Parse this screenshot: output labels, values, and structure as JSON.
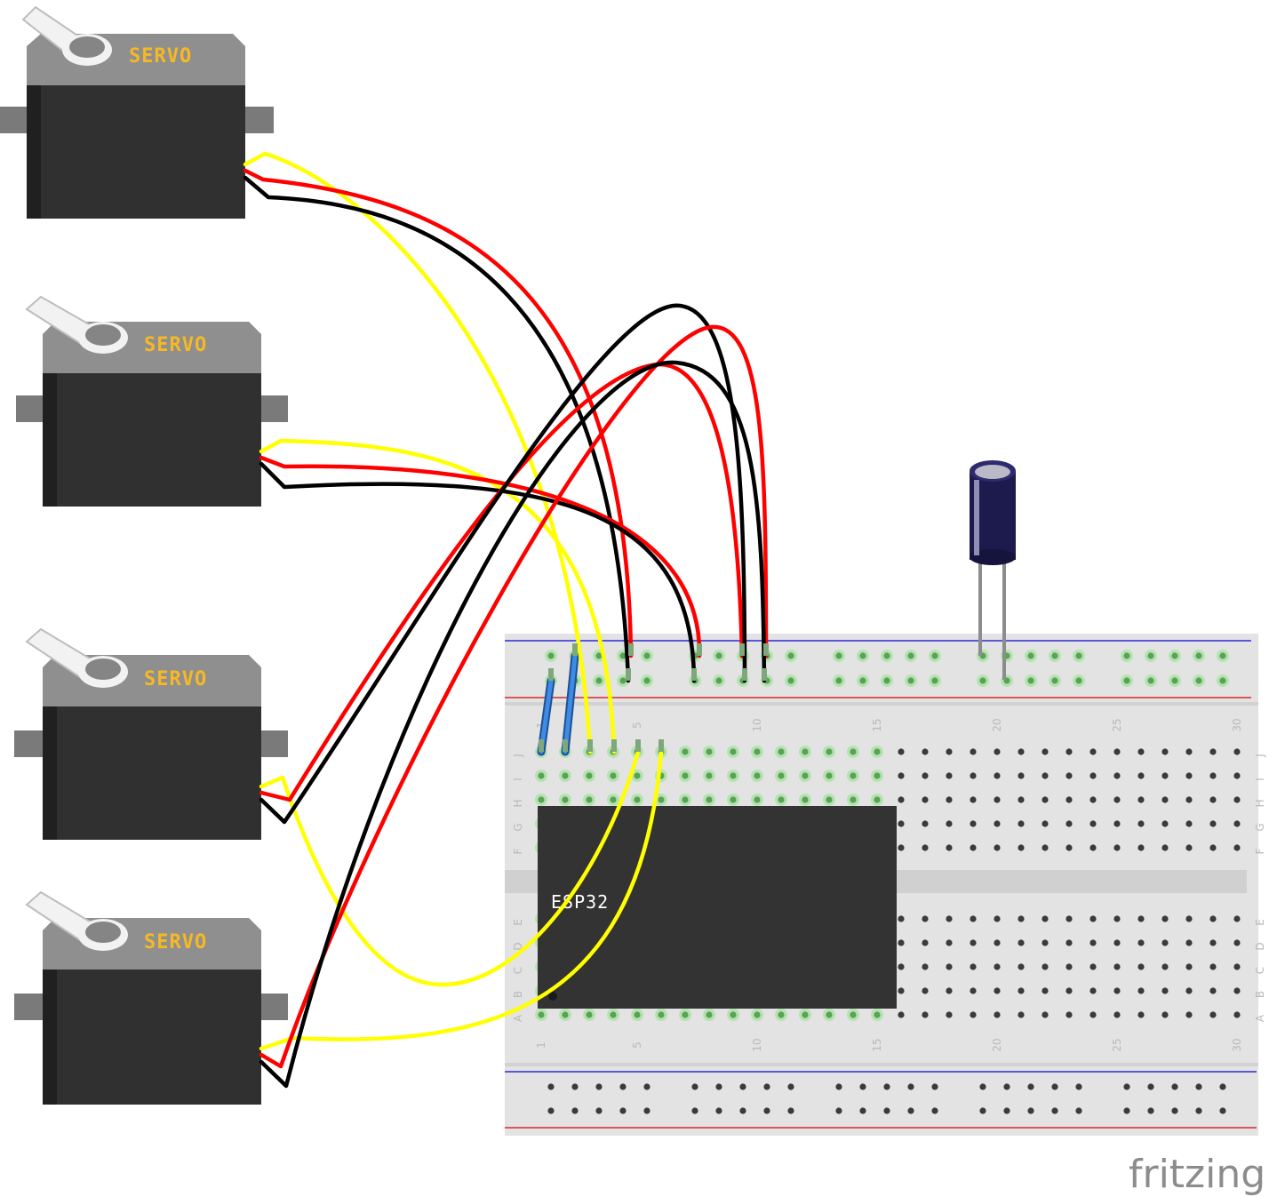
{
  "servos": [
    {
      "label": "SERVO"
    },
    {
      "label": "SERVO"
    },
    {
      "label": "SERVO"
    },
    {
      "label": "SERVO"
    }
  ],
  "chip": {
    "label": "ESP32"
  },
  "breadboard": {
    "row_letters_top": [
      "J",
      "I",
      "H",
      "G",
      "F"
    ],
    "row_letters_bottom": [
      "E",
      "D",
      "C",
      "B",
      "A"
    ],
    "column_numbers": [
      "1",
      "5",
      "10",
      "15",
      "20",
      "25",
      "30"
    ]
  },
  "brand": {
    "text": "fritzing"
  },
  "colors": {
    "wire_signal": "#ffff00",
    "wire_power": "#ff0000",
    "wire_ground": "#000000",
    "jumper": "#2f7ddb",
    "servo_body": "#303030",
    "servo_cap": "#8f8f8f",
    "breadboard": "#e3e3e3",
    "chip": "#333333",
    "capacitor": "#1d1a4e"
  }
}
